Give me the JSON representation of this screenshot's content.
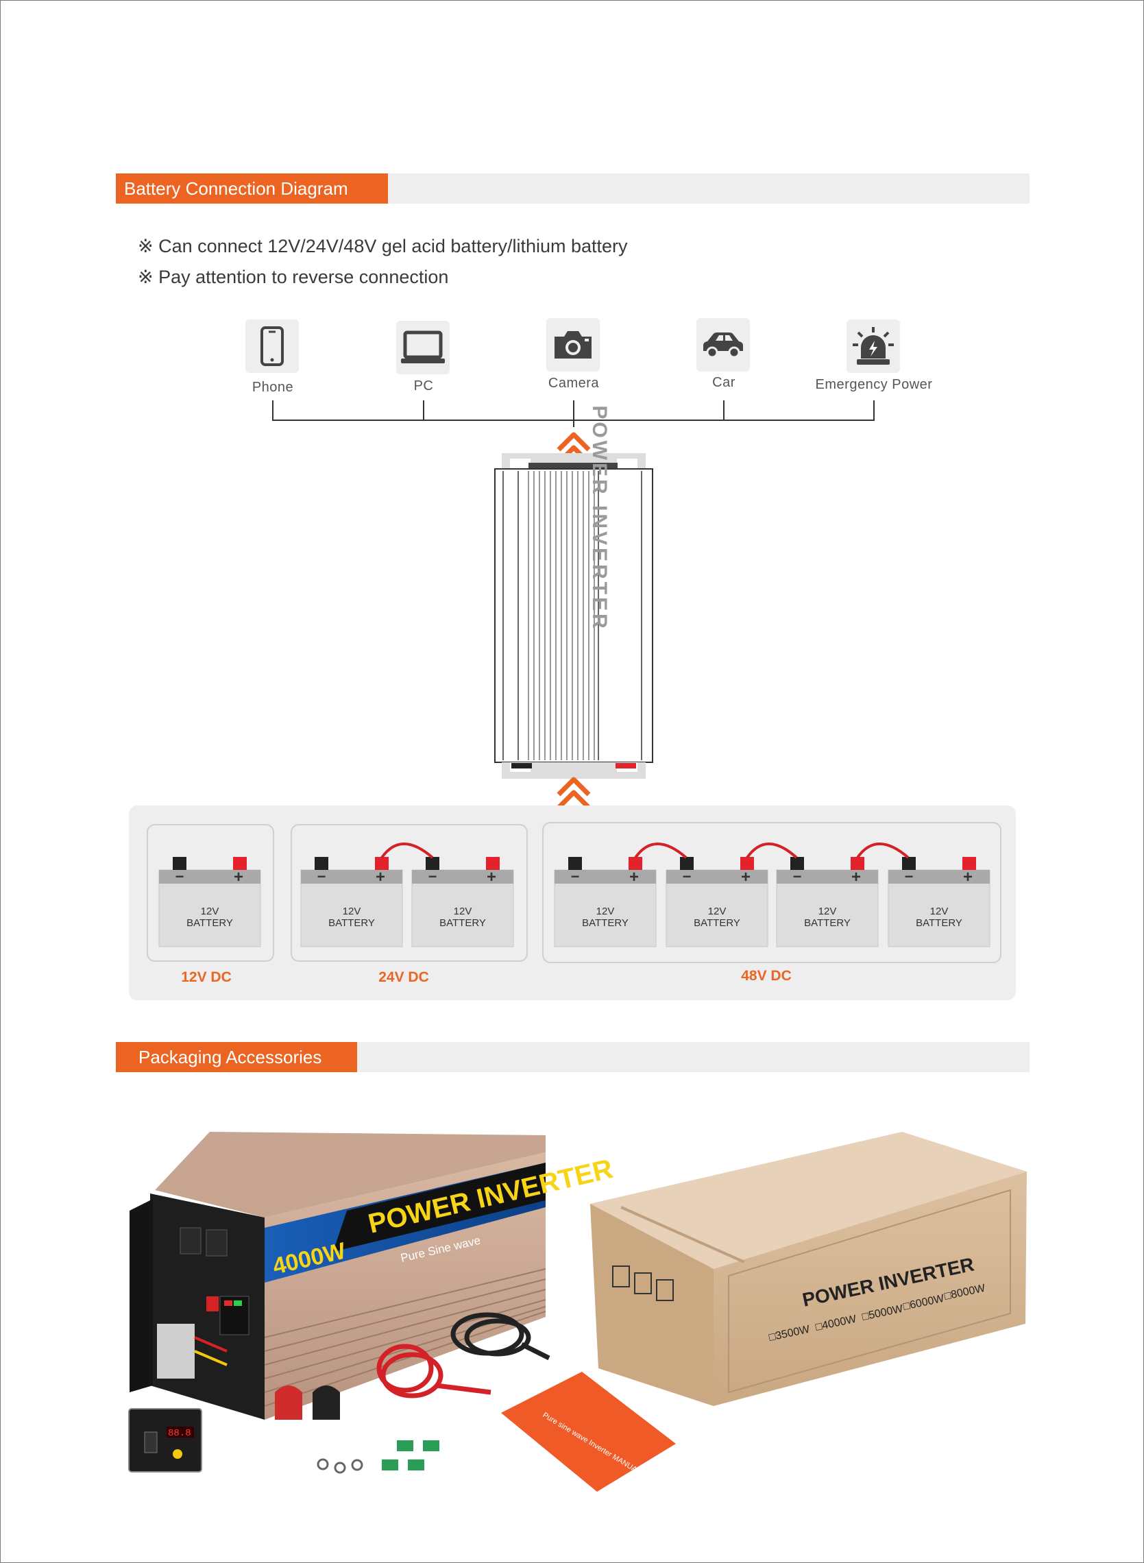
{
  "sections": {
    "battery": {
      "title": "Battery Connection Diagram"
    },
    "packaging": {
      "title": "Packaging Accessories"
    }
  },
  "notes": [
    "※ Can connect 12V/24V/48V gel acid battery/lithium battery",
    "※ Pay attention to reverse connection"
  ],
  "devices": [
    {
      "label": "Phone",
      "icon": "phone-icon"
    },
    {
      "label": "PC",
      "icon": "laptop-icon"
    },
    {
      "label": "Camera",
      "icon": "camera-icon"
    },
    {
      "label": "Car",
      "icon": "car-icon"
    },
    {
      "label": "Emergency Power",
      "icon": "emergency-light-icon"
    }
  ],
  "inverter": {
    "label": "POWER INVERTER"
  },
  "battery": {
    "line1": "12V",
    "line2": "BATTERY",
    "minus": "−",
    "plus": "+"
  },
  "groups": [
    {
      "label": "12V DC",
      "count": 1
    },
    {
      "label": "24V DC",
      "count": 2
    },
    {
      "label": "48V DC",
      "count": 4
    }
  ],
  "product": {
    "brand": "POWER INVERTER",
    "wattage": "4000W",
    "subtitle": "Pure Sine wave",
    "display_reading": "88.8",
    "manual_title": "Pure sine wave Inverter MANUAL"
  },
  "box": {
    "title": "POWER INVERTER",
    "options": [
      "□3500W",
      "□4000W",
      "□5000W",
      "□6000W",
      "□8000W"
    ]
  },
  "colors": {
    "accent": "#ec6422",
    "terminal_positive": "#e3222b",
    "terminal_negative": "#222222"
  }
}
